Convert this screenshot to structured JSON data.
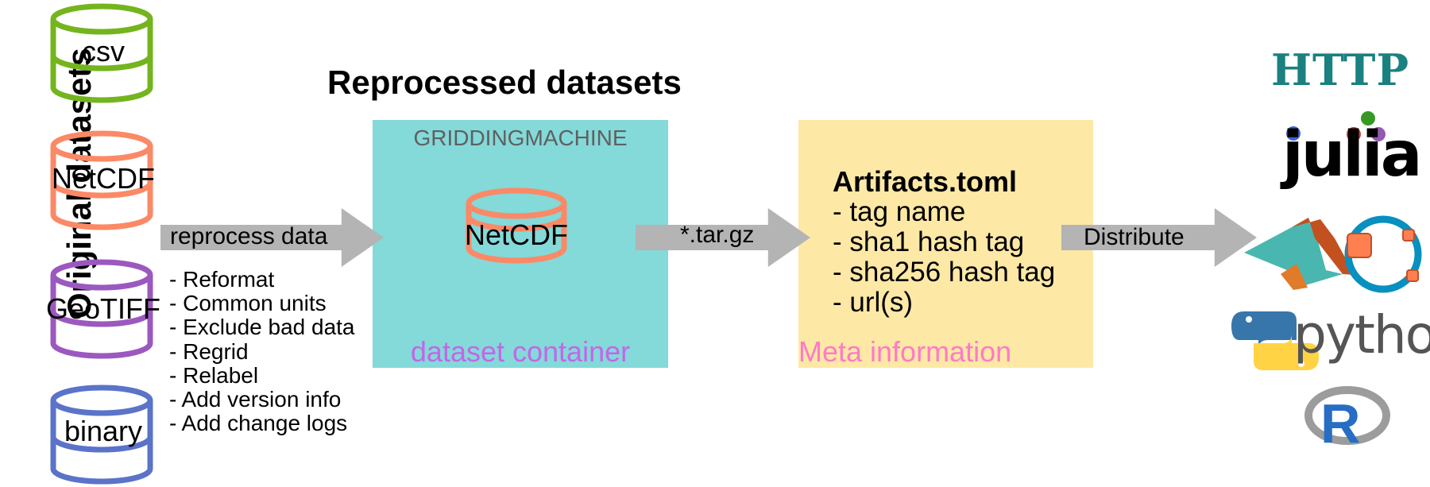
{
  "left_axis_title": "Original datasets",
  "source_databases": [
    {
      "label": "csv",
      "color": "#74b51e"
    },
    {
      "label": "NetCDF",
      "color": "#fb8966"
    },
    {
      "label": "GeoTIFF",
      "color": "#9b59c0"
    },
    {
      "label": "binary",
      "color": "#5b73c8"
    }
  ],
  "reprocess_arrow": {
    "label": "reprocess data"
  },
  "reprocess_steps": [
    "- Reformat",
    "- Common units",
    "- Exclude bad data",
    "- Regrid",
    "- Relabel",
    "- Add version info",
    "- Add change logs"
  ],
  "reprocessed_title": "Reprocessed datasets",
  "container_box": {
    "header": "GRIDDINGMACHINE",
    "db_label": "NetCDF",
    "caption": "dataset container",
    "fill": "#84d9d9",
    "caption_color": "#c466e8"
  },
  "tar_arrow": {
    "label": "*.tar.gz"
  },
  "meta_box": {
    "title": "Artifacts.toml",
    "lines": [
      "- tag name",
      "- sha1 hash tag",
      "- sha256 hash tag",
      "- url(s)"
    ],
    "caption": "Meta information",
    "fill": "#fde8a6",
    "caption_color": "#ff7ac6"
  },
  "distribute_arrow": {
    "label": "Distribute"
  },
  "targets": {
    "http_label": "HTTP",
    "julia_label": "julia",
    "python_label": "python",
    "r_label": "R",
    "icons": [
      "matlab-logo",
      "octave-logo"
    ]
  },
  "colors": {
    "arrow": "#b4b4b4",
    "http": "#1a8080"
  }
}
